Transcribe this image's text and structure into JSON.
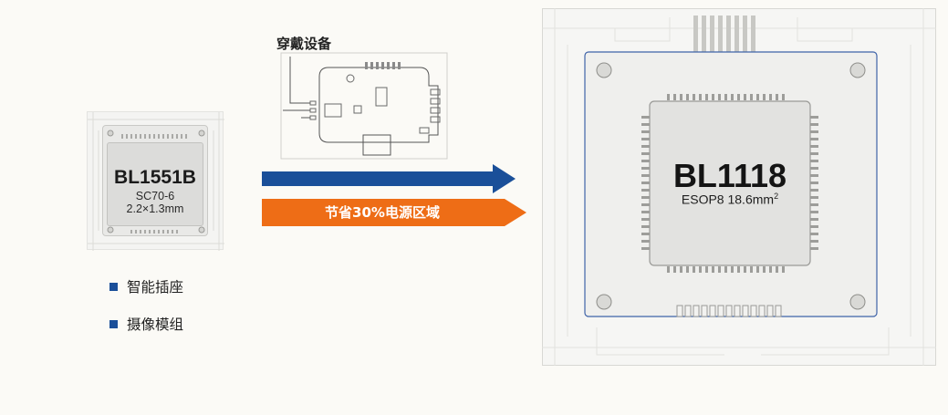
{
  "small_chip": {
    "name": "BL1551B",
    "package": "SC70-6",
    "size": "2.2×1.3mm"
  },
  "applications": [
    {
      "label": "智能插座"
    },
    {
      "label": "摄像模组"
    }
  ],
  "wearable": {
    "title": "穿戴设备"
  },
  "savings": {
    "label": "节省30%电源区域"
  },
  "big_chip": {
    "name": "BL1118",
    "package_prefix": "ESOP8 18.6mm",
    "package_sup": "2"
  },
  "colors": {
    "blue_arrow": "#1a4f99",
    "orange_arrow": "#ee6d16",
    "board_outline": "#3f63a8",
    "background": "#fbfaf6"
  },
  "icons": [
    "small-chip-icon",
    "wearable-pcb-icon",
    "large-chip-icon",
    "bullet-square-icon",
    "arrow-right-icon"
  ]
}
